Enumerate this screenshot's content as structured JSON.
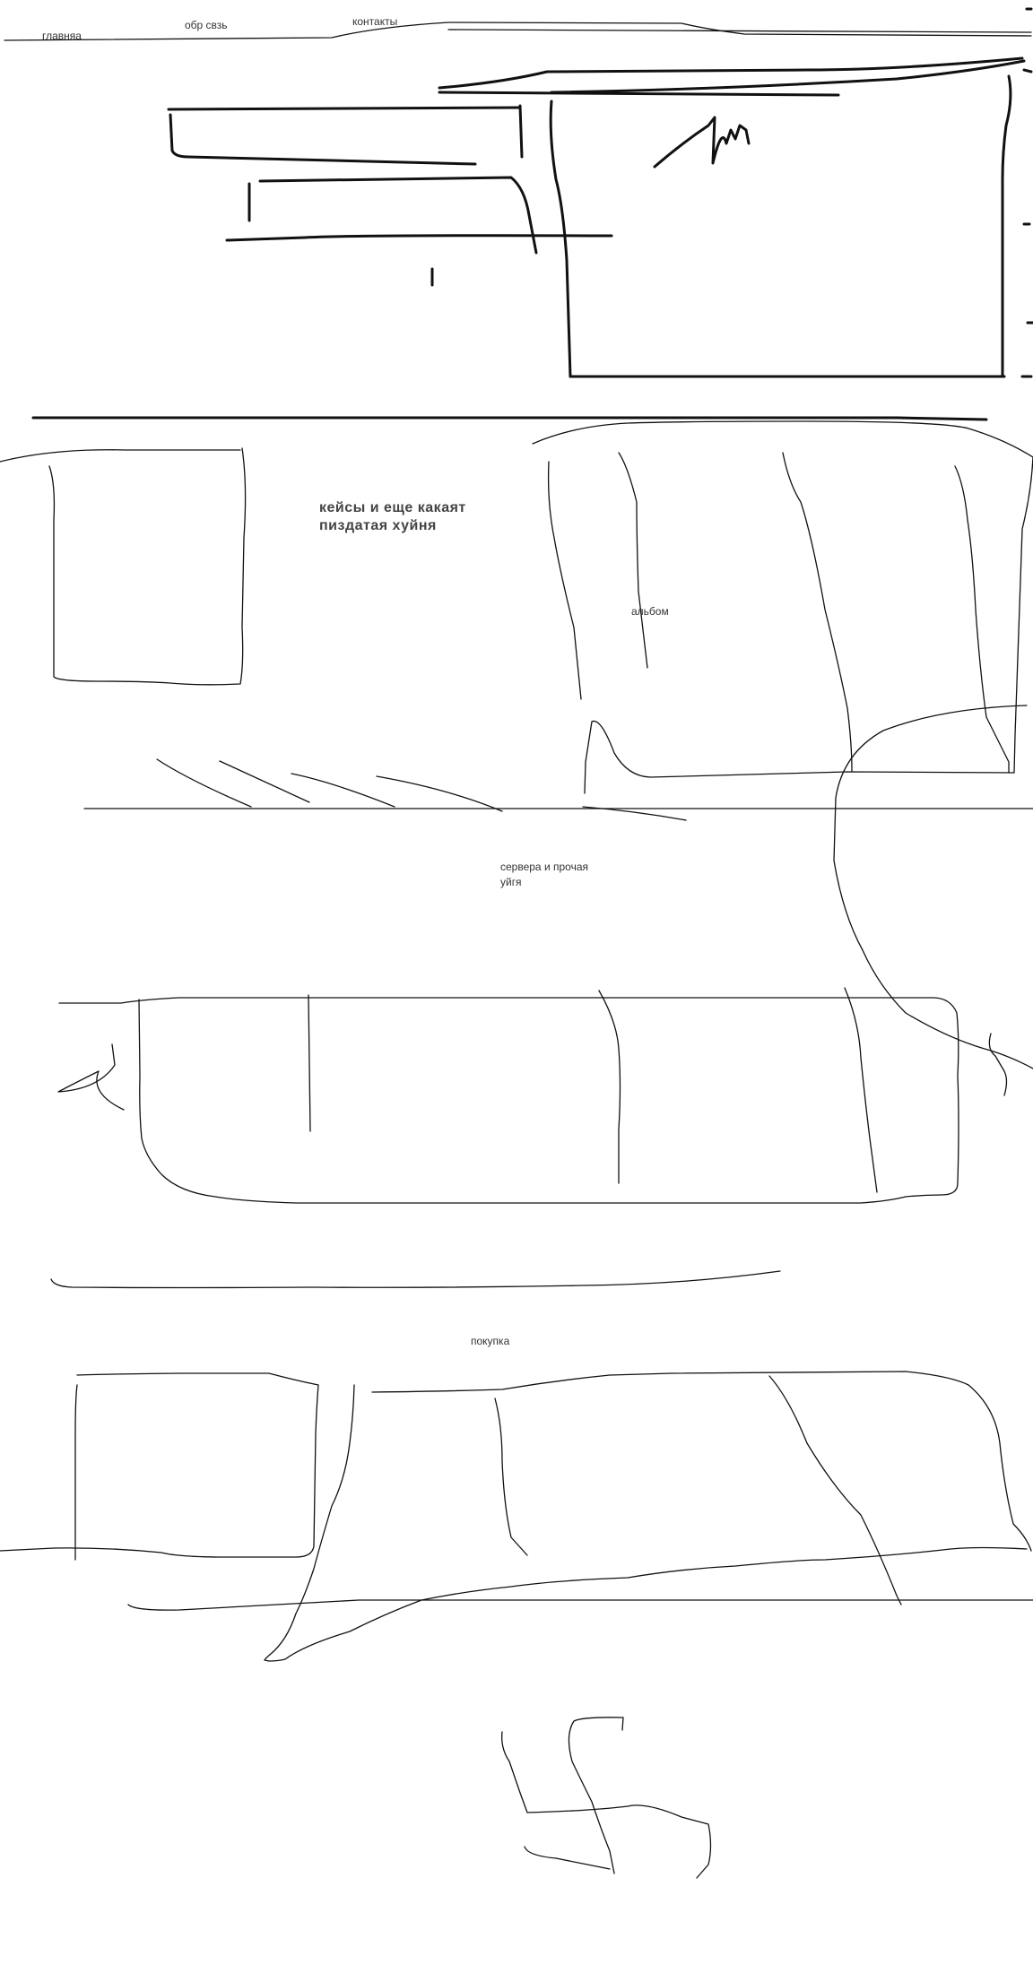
{
  "nav": {
    "home": "главняа",
    "feedback": "обр свзь",
    "contacts": "контакты"
  },
  "sections": {
    "cases_title": "кейсы и еще какаят пиздатая хуйня",
    "album_label": "альбом",
    "servers_label": "сервера и прочая уйгя",
    "purchase_label": "покупка"
  }
}
